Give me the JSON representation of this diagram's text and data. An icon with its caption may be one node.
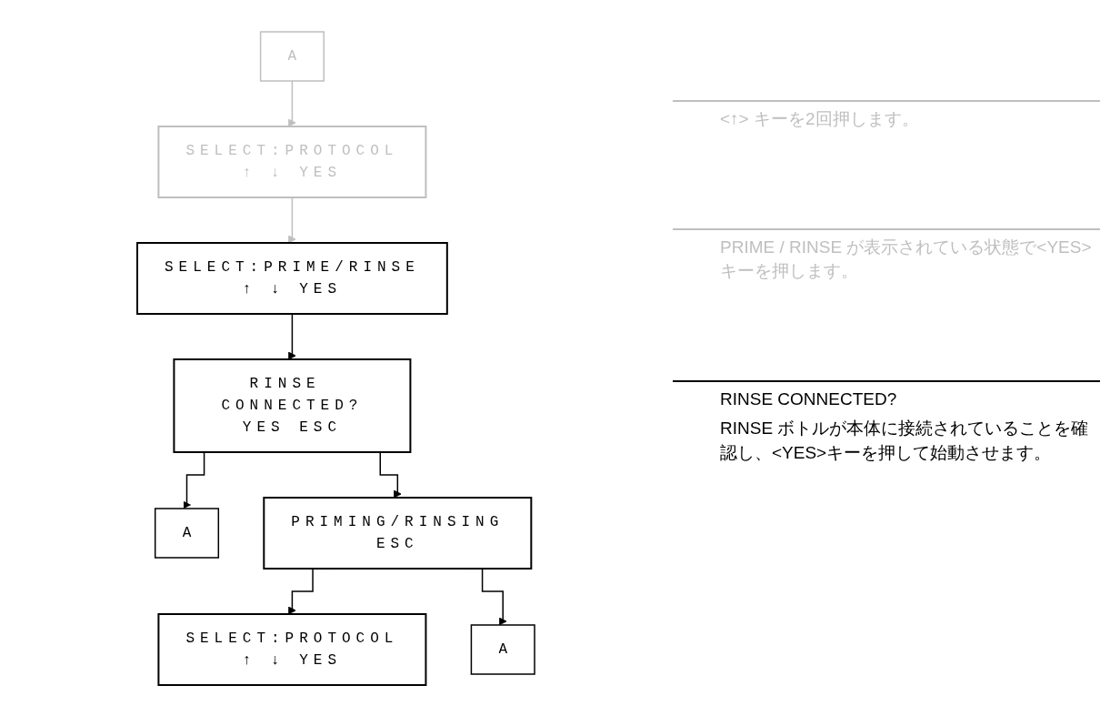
{
  "diagram": {
    "nodes": [
      {
        "text": [
          "A"
        ]
      },
      {
        "text": [
          "SELECT:PROTOCOL",
          "↑ ↓ YES"
        ]
      },
      {
        "text": [
          "SELECT:PRIME/RINSE",
          "↑ ↓ YES"
        ]
      },
      {
        "text": [
          "RINSE CONNECTED?",
          "YES ESC"
        ]
      },
      {
        "text": [
          "A"
        ]
      },
      {
        "text": [
          "PRIMING/RINSING",
          "ESC"
        ]
      },
      {
        "text": [
          "A"
        ]
      },
      {
        "text": [
          "SELECT:PROTOCOL",
          "↑ ↓ YES"
        ]
      }
    ],
    "edges": [
      {
        "from": 0,
        "to": 1,
        "arrow": "to",
        "color": "#bfbfbf"
      },
      {
        "from": 1,
        "to": 2,
        "arrow": "to",
        "color": "#bfbfbf"
      },
      {
        "from": 2,
        "to": 3,
        "arrow": "to"
      },
      {
        "from": 3,
        "to": 5,
        "arrow": "to"
      },
      {
        "from": 3,
        "to": 4,
        "arrow": "to"
      },
      {
        "from": 5,
        "to": 7,
        "arrow": "to"
      },
      {
        "from": 5,
        "to": 6,
        "arrow": "to"
      }
    ],
    "labels": [
      "<↑> キーを2回押します。",
      "PRIME / RINSE が表示されている状態で<YES> キーを押します。",
      "RINSE CONNECTED?",
      "RINSE ボトルが本体に接続されていることを確認し、<YES>キーを押して始動させます。"
    ]
  }
}
